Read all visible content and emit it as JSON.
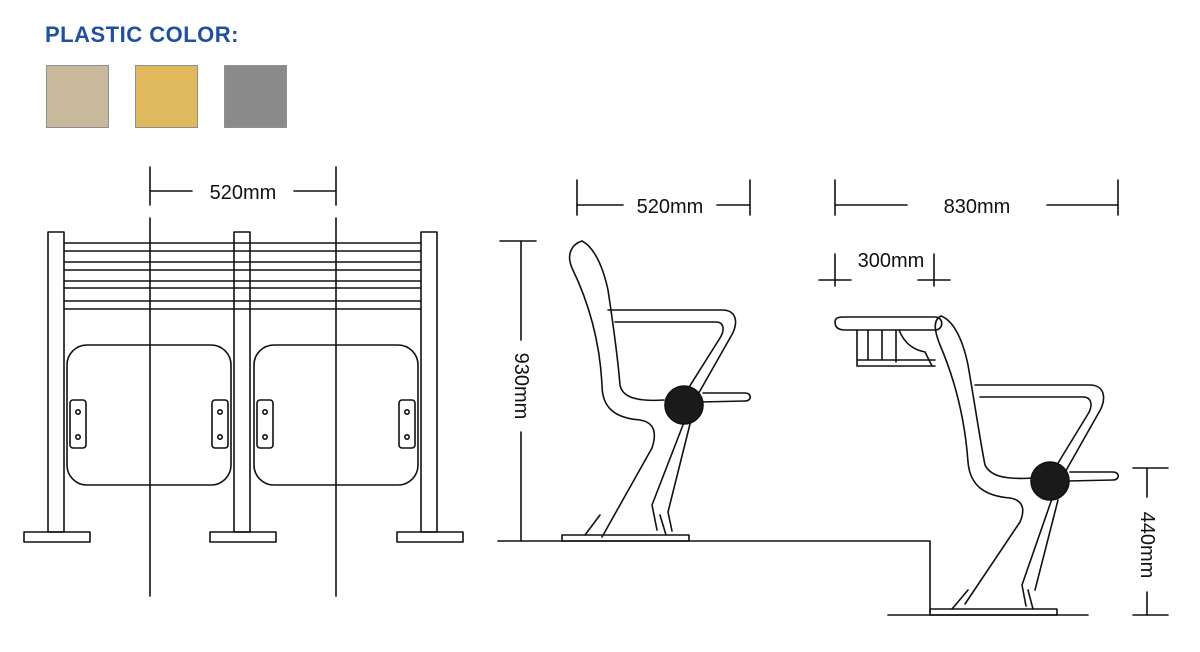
{
  "heading": "PLASTIC COLOR:",
  "swatches": [
    {
      "name": "beige",
      "color": "#c8b89c"
    },
    {
      "name": "yellow",
      "color": "#e0b95c"
    },
    {
      "name": "gray",
      "color": "#8a8a8a"
    }
  ],
  "dimensions": {
    "front_width": "520mm",
    "side_depth": "520mm",
    "side_height": "930mm",
    "desk_depth": "830mm",
    "tablet_depth": "300mm",
    "step_height": "440mm"
  }
}
